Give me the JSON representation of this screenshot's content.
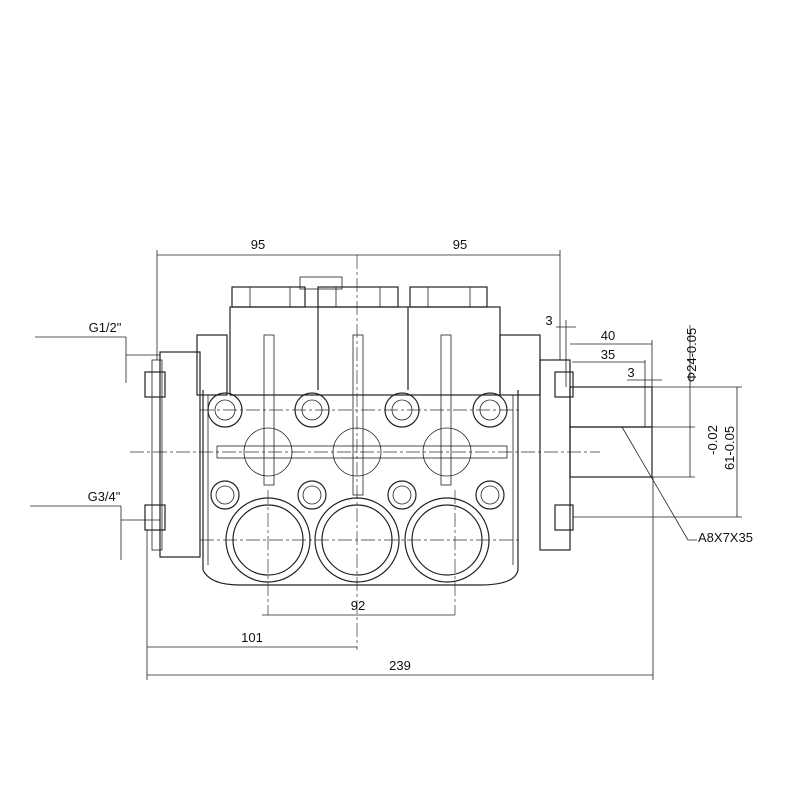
{
  "drawing": {
    "dimensions": {
      "left_half_width": "95",
      "right_half_width": "95",
      "inlet_thread": "G1/2\"",
      "outlet_thread": "G3/4\"",
      "port_spacing": "92",
      "flange_to_center": "101",
      "overall_width": "239",
      "shaft_offset": "3",
      "shaft_length": "40",
      "key_length": "35",
      "key_offset": "3",
      "shaft_diameter": "Φ24-0.05",
      "shaft_tolerance_upper": "-0.02",
      "shaft_height": "61-0.05",
      "key_spec": "A8X7X35"
    }
  }
}
